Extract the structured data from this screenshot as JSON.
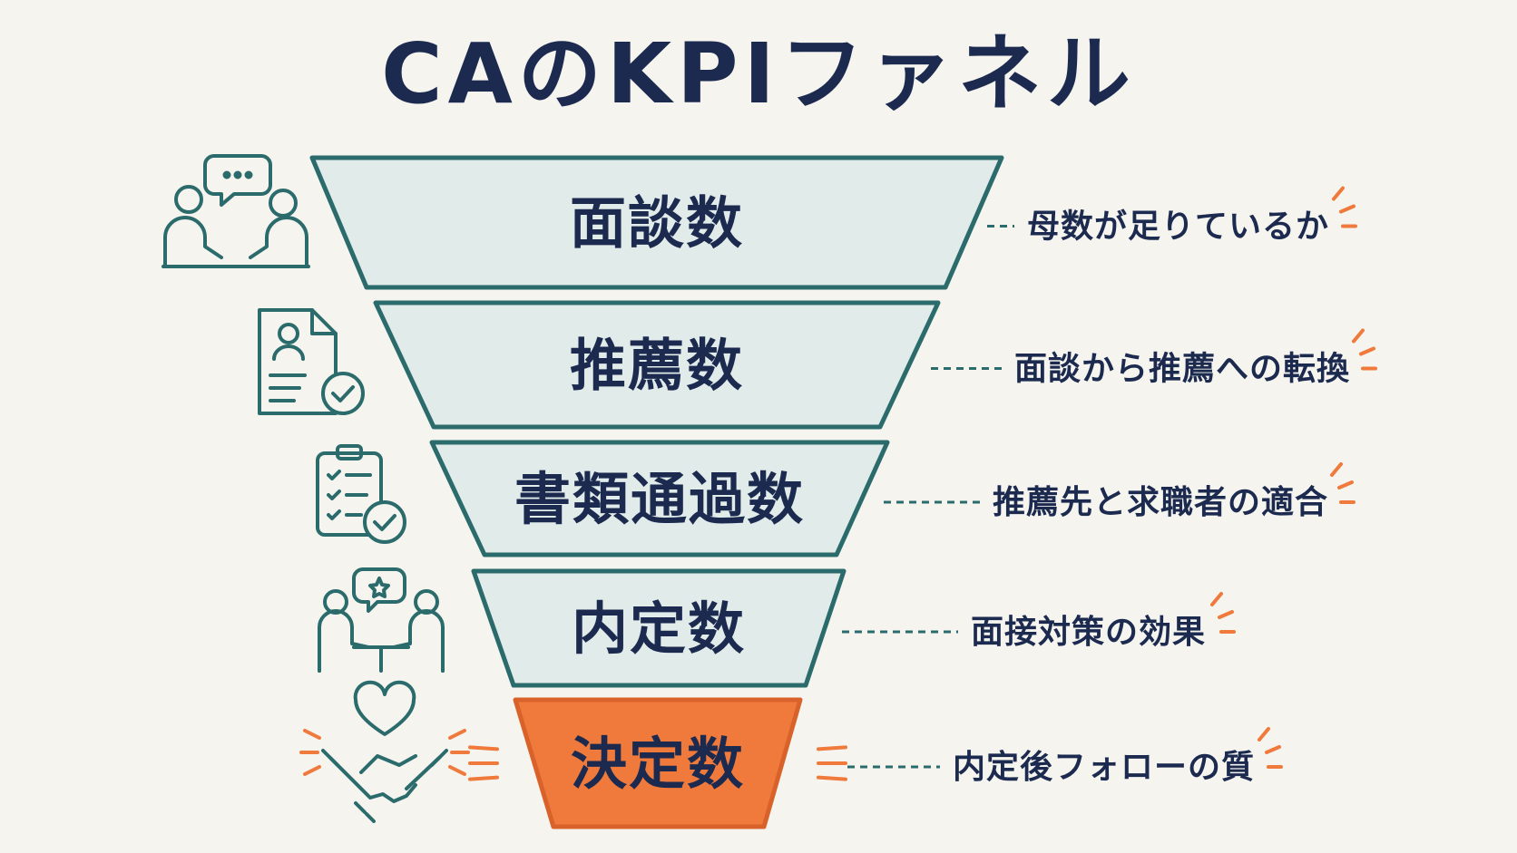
{
  "title": "CAのKPIファネル",
  "colors": {
    "navy": "#1b2a4e",
    "teal": "#2b6b6b",
    "fill": "#e1ebea",
    "accent": "#ef7a3c",
    "accentStroke": "#d9622a"
  },
  "stages": [
    {
      "label": "面談数",
      "note": "母数が足りているか",
      "icon": "meeting-people-icon",
      "highlight": false
    },
    {
      "label": "推薦数",
      "note": "面談から推薦への転換",
      "icon": "resume-check-icon",
      "highlight": false
    },
    {
      "label": "書類通過数",
      "note": "推薦先と求職者の適合",
      "icon": "clipboard-check-icon",
      "highlight": false
    },
    {
      "label": "内定数",
      "note": "面接対策の効果",
      "icon": "interview-table-icon",
      "highlight": false
    },
    {
      "label": "決定数",
      "note": "内定後フォローの質",
      "icon": "handshake-heart-icon",
      "highlight": true
    }
  ]
}
